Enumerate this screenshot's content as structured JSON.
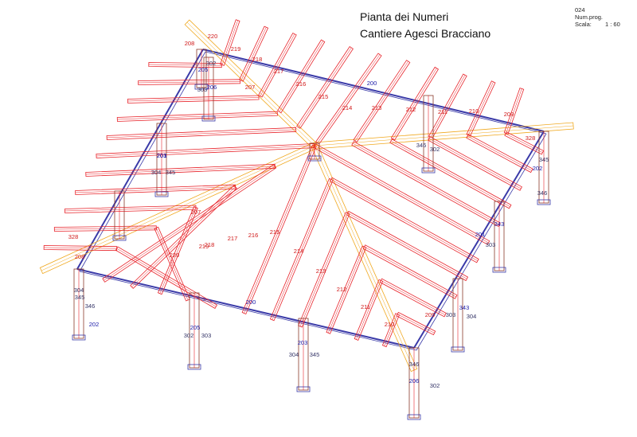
{
  "header": {
    "title_line1": "Pianta dei Numeri",
    "title_line2": "Cantiere Agesci Bracciano"
  },
  "info_box": {
    "number": "024",
    "num_prog_label": "Num.prog.",
    "scale_label": "Scala:",
    "scale_value": "1 : 60"
  },
  "colors": {
    "rafter": "#e8232a",
    "hip_beam": "#f0a81e",
    "ring_beam": "#3a3aa8",
    "post": "#8b3a2a",
    "label_red": "#d01818",
    "label_blue": "#1a1aa8"
  },
  "labels_red": [
    "208",
    "220",
    "219",
    "218",
    "217",
    "216",
    "215",
    "214",
    "213",
    "212",
    "211",
    "210",
    "209",
    "328",
    "207"
  ],
  "labels_blue": [
    "200",
    "201",
    "202",
    "203",
    "205",
    "206",
    "343"
  ],
  "labels_gray": [
    "302",
    "303",
    "304",
    "345",
    "346"
  ]
}
